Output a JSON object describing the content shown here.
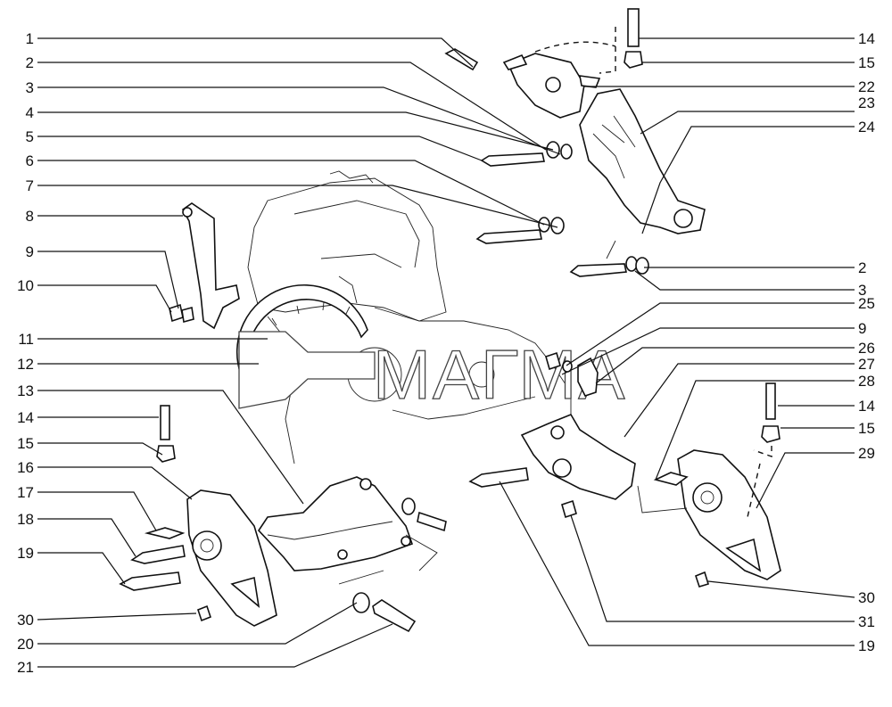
{
  "watermark": {
    "text": "МАГМА"
  },
  "callouts": [
    {
      "id": "c-l-1",
      "label": "1"
    },
    {
      "id": "c-l-2",
      "label": "2"
    },
    {
      "id": "c-l-3",
      "label": "3"
    },
    {
      "id": "c-l-4",
      "label": "4"
    },
    {
      "id": "c-l-5",
      "label": "5"
    },
    {
      "id": "c-l-6",
      "label": "6"
    },
    {
      "id": "c-l-7",
      "label": "7"
    },
    {
      "id": "c-l-8",
      "label": "8"
    },
    {
      "id": "c-l-9",
      "label": "9"
    },
    {
      "id": "c-l-10",
      "label": "10"
    },
    {
      "id": "c-l-11",
      "label": "11"
    },
    {
      "id": "c-l-12",
      "label": "12"
    },
    {
      "id": "c-l-13",
      "label": "13"
    },
    {
      "id": "c-l-14",
      "label": "14"
    },
    {
      "id": "c-l-15",
      "label": "15"
    },
    {
      "id": "c-l-16",
      "label": "16"
    },
    {
      "id": "c-l-17",
      "label": "17"
    },
    {
      "id": "c-l-18",
      "label": "18"
    },
    {
      "id": "c-l-19",
      "label": "19"
    },
    {
      "id": "c-l-30",
      "label": "30"
    },
    {
      "id": "c-l-20",
      "label": "20"
    },
    {
      "id": "c-l-21",
      "label": "21"
    },
    {
      "id": "c-r-14a",
      "label": "14"
    },
    {
      "id": "c-r-15a",
      "label": "15"
    },
    {
      "id": "c-r-22",
      "label": "22"
    },
    {
      "id": "c-r-23",
      "label": "23"
    },
    {
      "id": "c-r-24",
      "label": "24"
    },
    {
      "id": "c-r-2",
      "label": "2"
    },
    {
      "id": "c-r-3",
      "label": "3"
    },
    {
      "id": "c-r-25",
      "label": "25"
    },
    {
      "id": "c-r-9",
      "label": "9"
    },
    {
      "id": "c-r-26",
      "label": "26"
    },
    {
      "id": "c-r-27",
      "label": "27"
    },
    {
      "id": "c-r-28",
      "label": "28"
    },
    {
      "id": "c-r-14b",
      "label": "14"
    },
    {
      "id": "c-r-15b",
      "label": "15"
    },
    {
      "id": "c-r-29",
      "label": "29"
    },
    {
      "id": "c-r-30",
      "label": "30"
    },
    {
      "id": "c-r-31",
      "label": "31"
    },
    {
      "id": "c-r-19",
      "label": "19"
    }
  ]
}
